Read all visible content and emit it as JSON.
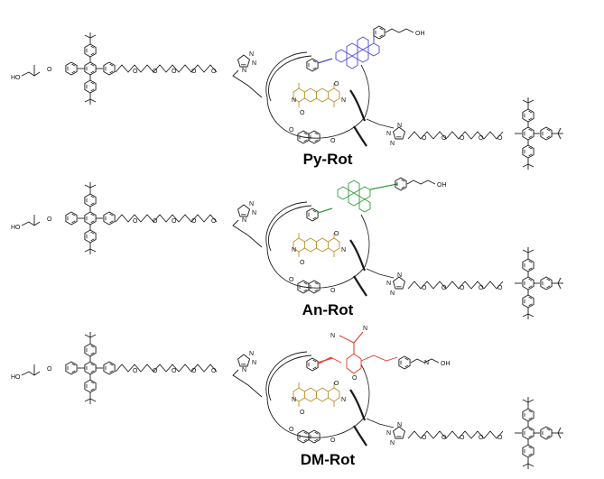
{
  "figure": {
    "panels": [
      {
        "id": "py",
        "title": "Py-Rot",
        "fluorophore": "pyrene",
        "fluorophore_color": "#4a4ad8",
        "fluorophore_tail_label": "OH"
      },
      {
        "id": "an",
        "title": "An-Rot",
        "fluorophore": "anthracene",
        "fluorophore_color": "#2f9e3a",
        "fluorophore_tail_label": "OH"
      },
      {
        "id": "dm",
        "title": "DM-Rot",
        "fluorophore": "dicyanomethylene-pyran",
        "fluorophore_color": "#e03a1e",
        "fluorophore_tail_label": "OH",
        "extra_labels": {
          "nitrile_a": "N",
          "nitrile_b": "N",
          "amine": "N",
          "ring_oxygen": "O"
        }
      }
    ],
    "common_labels": {
      "hydroxyl": "HO",
      "oxygen": "O",
      "nitrogen": "N",
      "ndi_color": "#b8902a"
    }
  }
}
